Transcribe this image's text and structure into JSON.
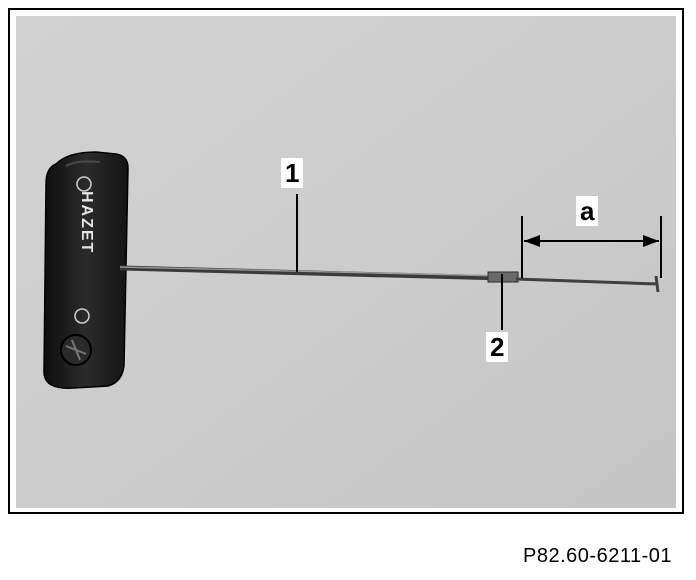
{
  "callouts": {
    "label_1": "1",
    "label_2": "2",
    "label_a": "a"
  },
  "caption": "P82.60-6211-01",
  "colors": {
    "background_photo": "#cfcfcf",
    "handle": "#1e1e1e",
    "rod": "#5a5a5a",
    "frame": "#000000"
  },
  "handle_text": "HAZET"
}
